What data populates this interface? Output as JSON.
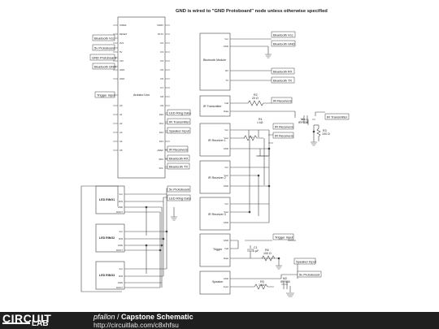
{
  "note": "GND is wired to \"GND Protoboard\" node unless otherwise specified",
  "arduino": {
    "name": "Arduino Uno",
    "left_pins": [
      "IOREF",
      "RESET",
      "3V3",
      "5V",
      "VIN",
      "GND",
      "GND",
      "A0",
      "A1",
      "A2",
      "A3",
      "A4",
      "A5"
    ],
    "right_pins": [
      "D0RX",
      "D1TX",
      "D2",
      "D3",
      "D4",
      "D5",
      "D6",
      "D7",
      "D8",
      "D9",
      "D10",
      "D11",
      "D12",
      "D13",
      "AREF",
      "SDA",
      "SCL"
    ]
  },
  "labels": {
    "left_header": [
      "Bluetooth Vcc",
      "5v Protoboard",
      "GND Protoboard",
      "Bluetooth GND"
    ],
    "trigger_input": "Trigger Input",
    "right_header": [
      "LED Ring Data",
      "IR Transmitter",
      "Speaker Input",
      "IR Receivers",
      "Bluetooth RX",
      "Bluetooth TX"
    ],
    "led_block": [
      "5v Protoboard",
      "LED Ring Data"
    ]
  },
  "bluetooth": {
    "name": "Bluetooth Module",
    "pins": [
      "Vcc",
      "GND",
      "RX",
      "TX"
    ],
    "labels": [
      "Bluetooth Vcc",
      "Bluetooth GND",
      "Bluetooth RX",
      "Bluetooth TX"
    ]
  },
  "ir_transmitter": {
    "name": "IR Transmitter",
    "pins": [
      "Vdd",
      "Data"
    ],
    "r_label": "R2",
    "r_value": "20 Ω",
    "receivers_label": "IR Receivers",
    "mosfet_label": "M1",
    "mosfet_part": "IRF530",
    "tx_label": "IR Transmitter",
    "r3_label": "R3",
    "r3_value": "100 Ω"
  },
  "ir_receivers": [
    {
      "name": "IR Receiver 1",
      "pins": [
        "Vcc",
        "Vout",
        "GND"
      ]
    },
    {
      "name": "IR Receiver 2",
      "pins": [
        "Vcc",
        "Vout",
        "GND"
      ]
    },
    {
      "name": "IR Receiver 3",
      "pins": [
        "Vcc",
        "Vout",
        "GND"
      ]
    }
  ],
  "r1": {
    "label": "R1",
    "value": "1 kΩ"
  },
  "rx_labels": [
    "IR Receivers",
    "IR Receivers"
  ],
  "led_rings": [
    {
      "name": "LED RING1",
      "pins": [
        "Vcc",
        "DIN",
        "GND",
        "DOUT"
      ]
    },
    {
      "name": "LED RING2",
      "pins": [
        "Vcc",
        "DIN",
        "GND",
        "DOUT"
      ]
    },
    {
      "name": "LED RING3",
      "pins": [
        "Vcc",
        "DIN",
        "GND",
        "DOUT"
      ]
    }
  ],
  "trigger": {
    "name": "Trigger",
    "pins": [
      "GND",
      "Vdd",
      "Data"
    ],
    "input_label": "Trigger Input",
    "c_label": "C1",
    "c_value": "1 µF",
    "r_label": "R6",
    "r_value": "100 Ω"
  },
  "speaker": {
    "name": "Speaker",
    "pins": [
      "GND",
      "Input"
    ],
    "input_label": "Speaker Input",
    "protoboard_label": "5v Protoboard",
    "r_label": "R5",
    "r_value": "1 kΩ",
    "m_label": "M2",
    "m_part": "IRF530"
  },
  "footer": {
    "logo_top": "CIRCUIT",
    "logo_bottom": "LAB",
    "owner": "pfallon",
    "separator": " / ",
    "title": "Capstone Schematic",
    "url": "http://circuitlab.com/c8xhfsu"
  },
  "colors": {
    "background": "#ffffff",
    "wire": "#444444",
    "footer": "#1f1f1f"
  }
}
